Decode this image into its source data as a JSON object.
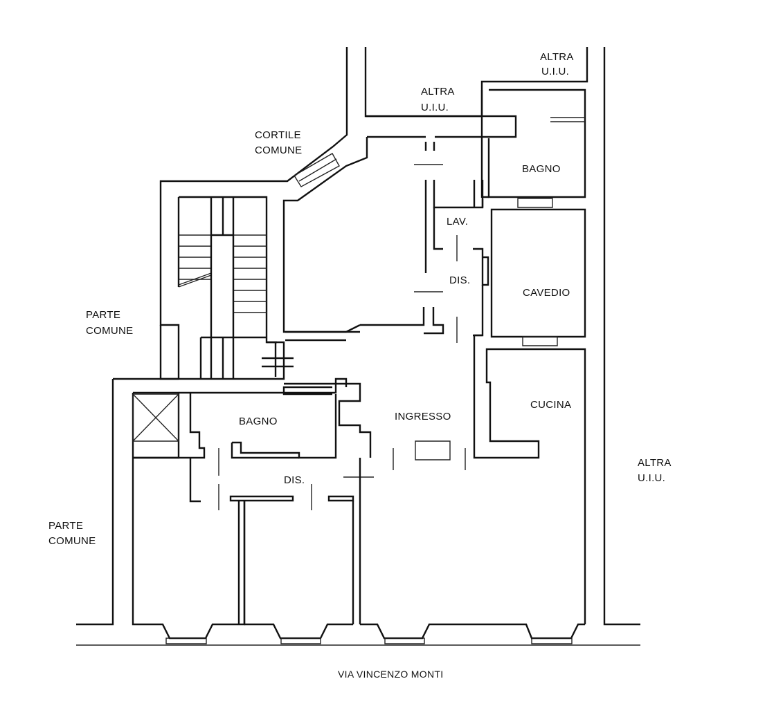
{
  "labels": {
    "altra_uiu_top": [
      "ALTRA",
      "U.I.U."
    ],
    "altra_uiu_middle": [
      "ALTRA",
      "U.I.U."
    ],
    "altra_uiu_right": [
      "ALTRA",
      "U.I.U."
    ],
    "cortile_comune": [
      "CORTILE",
      "COMUNE"
    ],
    "parte_comune_upper": [
      "PARTE",
      "COMUNE"
    ],
    "parte_comune_lower": [
      "PARTE",
      "COMUNE"
    ],
    "bagno_top": "BAGNO",
    "lav": "LAV.",
    "dis_upper": "DIS.",
    "cavedio": "CAVEDIO",
    "cucina": "CUCINA",
    "ingresso": "INGRESSO",
    "bagno_lower": "BAGNO",
    "dis_lower": "DIS.",
    "street": "VIA VINCENZO MONTI"
  },
  "colors": {
    "line": "#111111",
    "background": "#ffffff"
  }
}
